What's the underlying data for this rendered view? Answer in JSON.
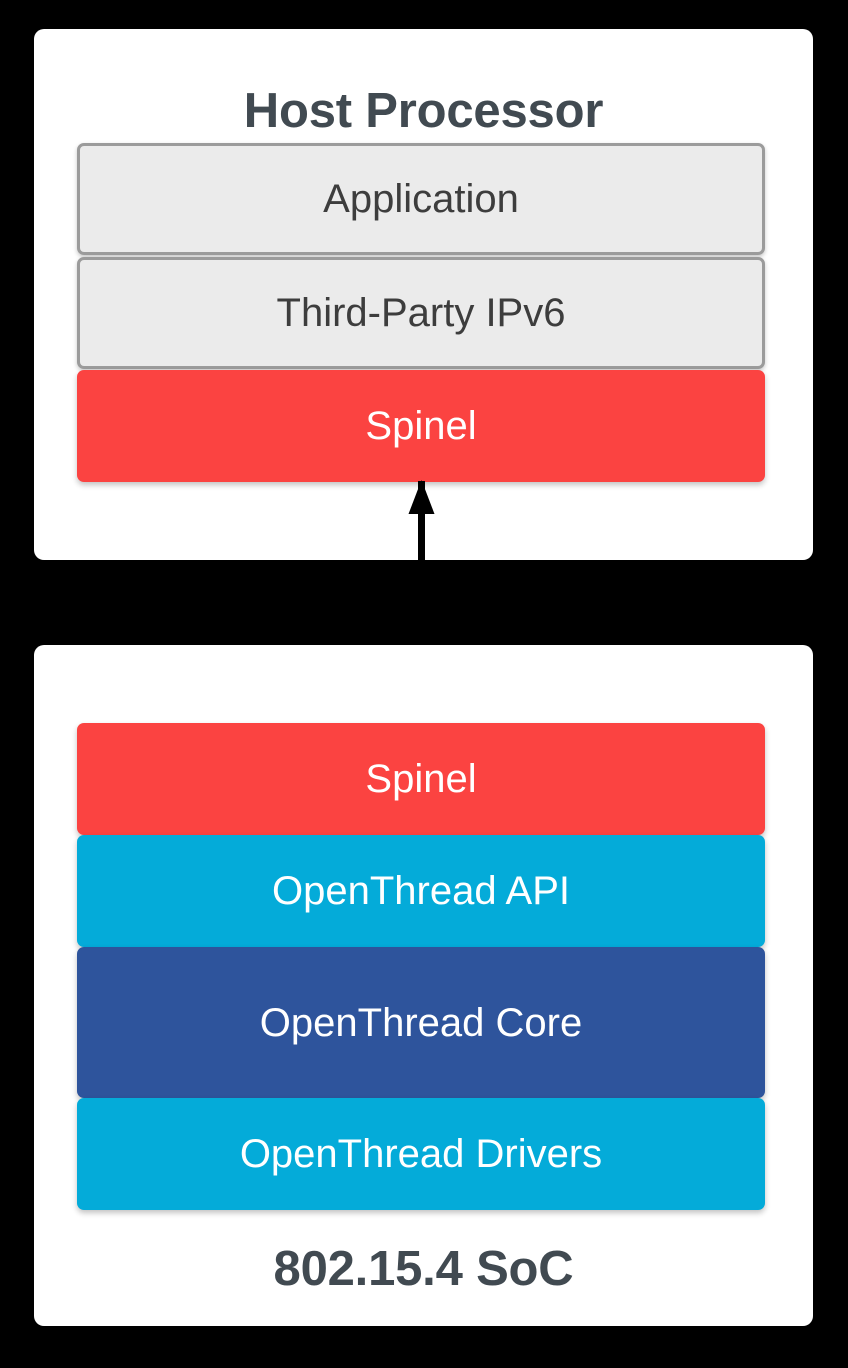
{
  "diagram": {
    "type": "block-stack-architecture",
    "background_color": "#000000",
    "panel_color": "#ffffff",
    "palette": {
      "red": "#fb4341",
      "cyan": "#04abd9",
      "navy": "#2e549c",
      "neutral_fill": "#ebebeb",
      "neutral_border": "#9b9b9b",
      "title_text": "#414a51",
      "layer_text_dark": "#3d3d3d",
      "layer_text_light": "#ffffff",
      "arrow": "#000000"
    }
  },
  "host_panel": {
    "title": "Host Processor",
    "layers": [
      {
        "label": "Application",
        "style": "neutral",
        "color": "#ebebeb"
      },
      {
        "label": "Third-Party IPv6",
        "style": "neutral",
        "color": "#ebebeb"
      },
      {
        "label": "Spinel",
        "style": "tinted",
        "color": "#fb4341"
      }
    ]
  },
  "soc_panel": {
    "title": "802.15.4 SoC",
    "layers": [
      {
        "label": "Spinel",
        "style": "tinted",
        "color": "#fb4341"
      },
      {
        "label": "OpenThread API",
        "style": "tinted",
        "color": "#04abd9"
      },
      {
        "label": "OpenThread Core",
        "style": "tinted",
        "color": "#2e549c"
      },
      {
        "label": "OpenThread Drivers",
        "style": "tinted",
        "color": "#04abd9"
      }
    ]
  },
  "connector": {
    "name": "spinel-link",
    "kind": "double-headed-arrow",
    "orientation": "vertical",
    "from": "Spinel",
    "to": "Spinel",
    "color": "#000000"
  }
}
